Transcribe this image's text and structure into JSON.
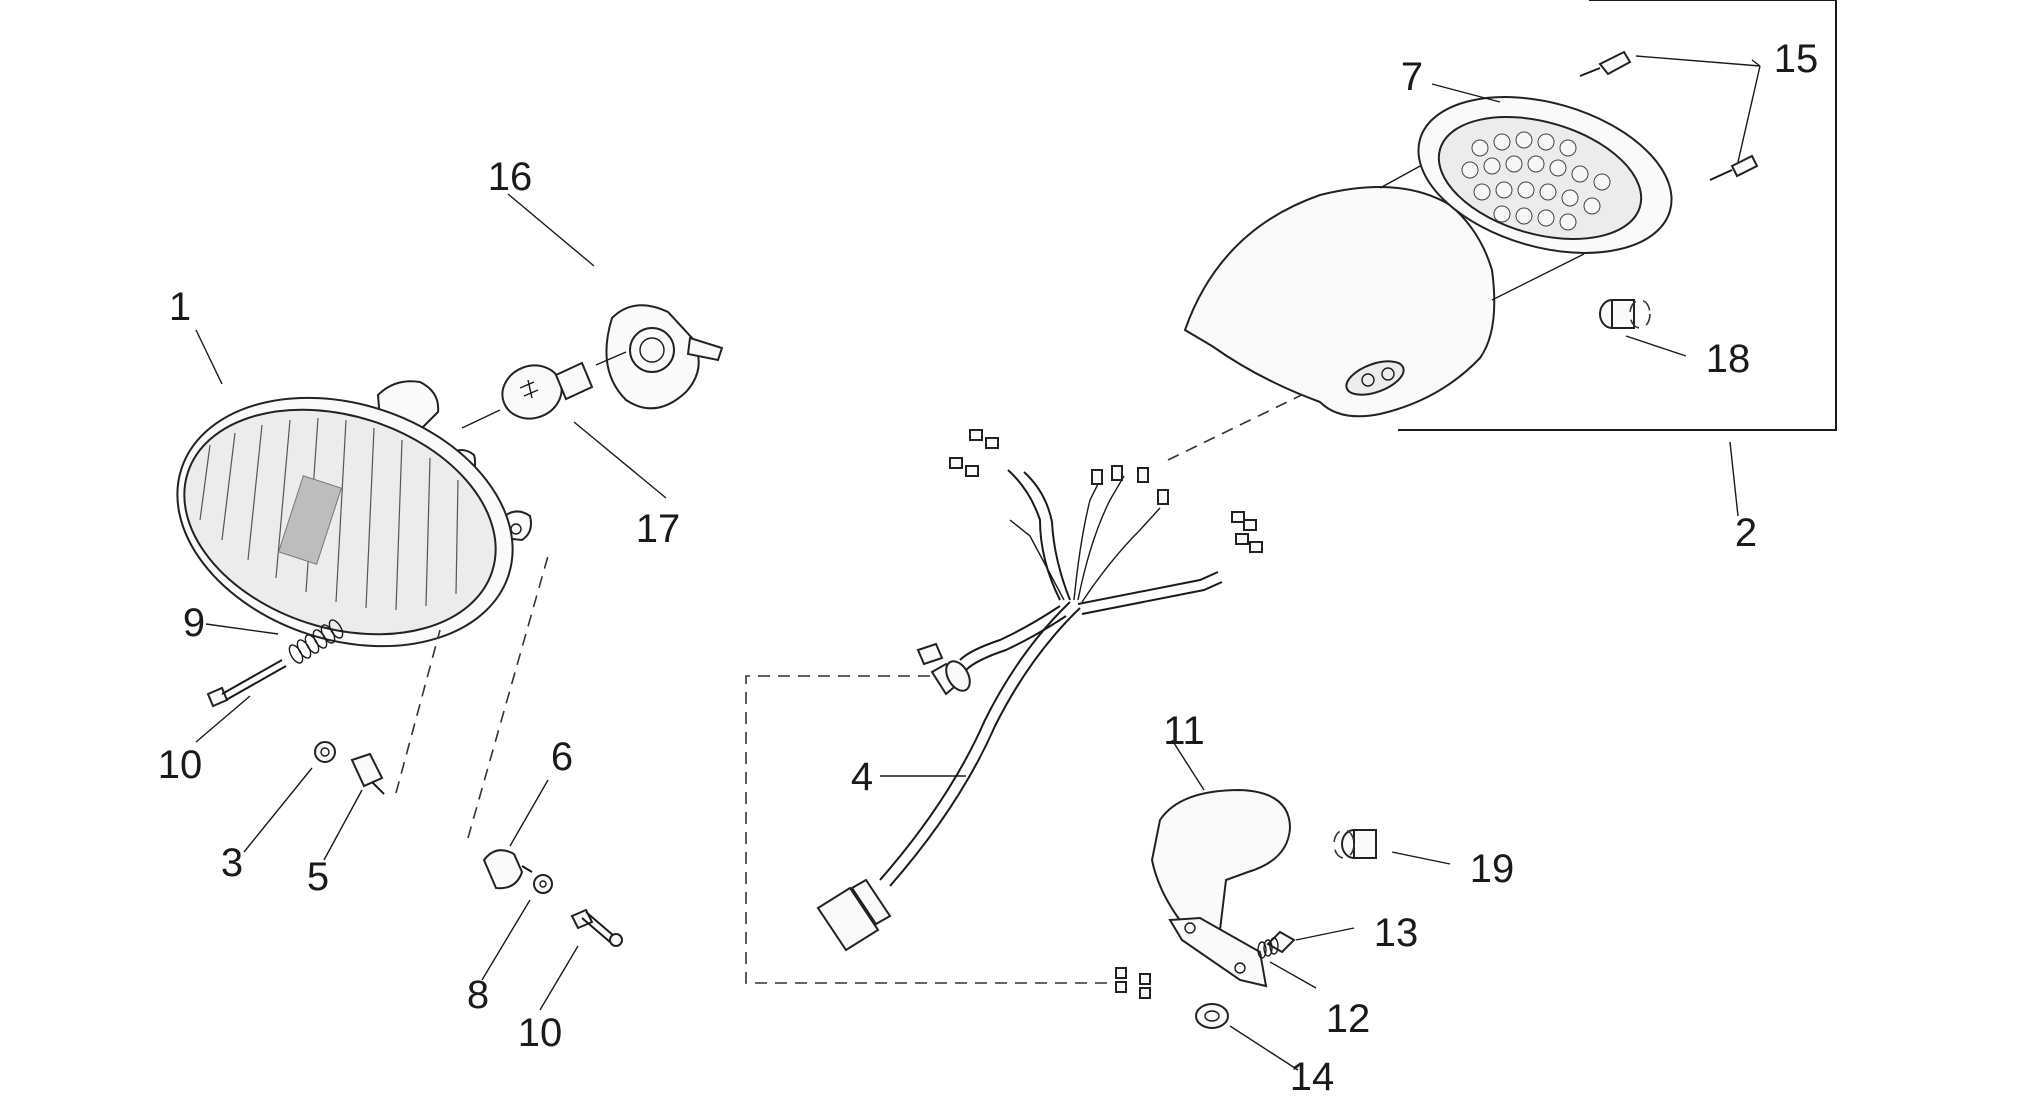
{
  "callouts": [
    "1",
    "2",
    "3",
    "4",
    "5",
    "6",
    "7",
    "8",
    "9",
    "10",
    "10",
    "11",
    "12",
    "13",
    "14",
    "15",
    "16",
    "17",
    "18",
    "19"
  ]
}
